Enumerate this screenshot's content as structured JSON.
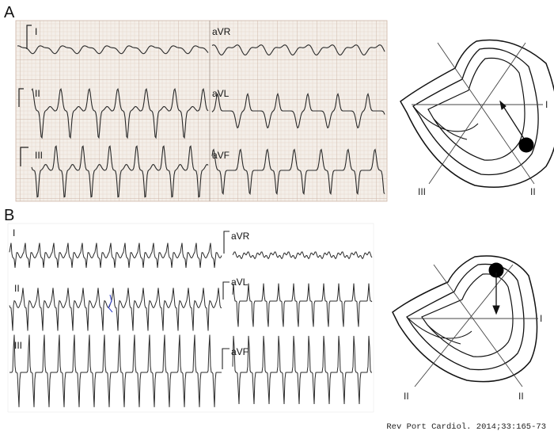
{
  "figure": {
    "citation": "Rev Port Cardiol. 2014;33:165-73",
    "panels": [
      {
        "letter": "A",
        "ecg_leads": [
          "I",
          "II",
          "III",
          "aVR",
          "aVL",
          "aVF"
        ],
        "axis_labels": [
          "I",
          "II",
          "III"
        ]
      },
      {
        "letter": "B",
        "ecg_leads": [
          "I",
          "II",
          "III",
          "aVR",
          "aVL",
          "aVF"
        ],
        "axis_labels": [
          "I",
          "II",
          "II"
        ]
      }
    ]
  },
  "colors": {
    "ecg_paper": "#f4efe9",
    "grid_minor": "#e6d7cc",
    "grid_major": "#cdb4a6",
    "trace": "#2a2a2a",
    "artifact": "#3a49c8"
  }
}
